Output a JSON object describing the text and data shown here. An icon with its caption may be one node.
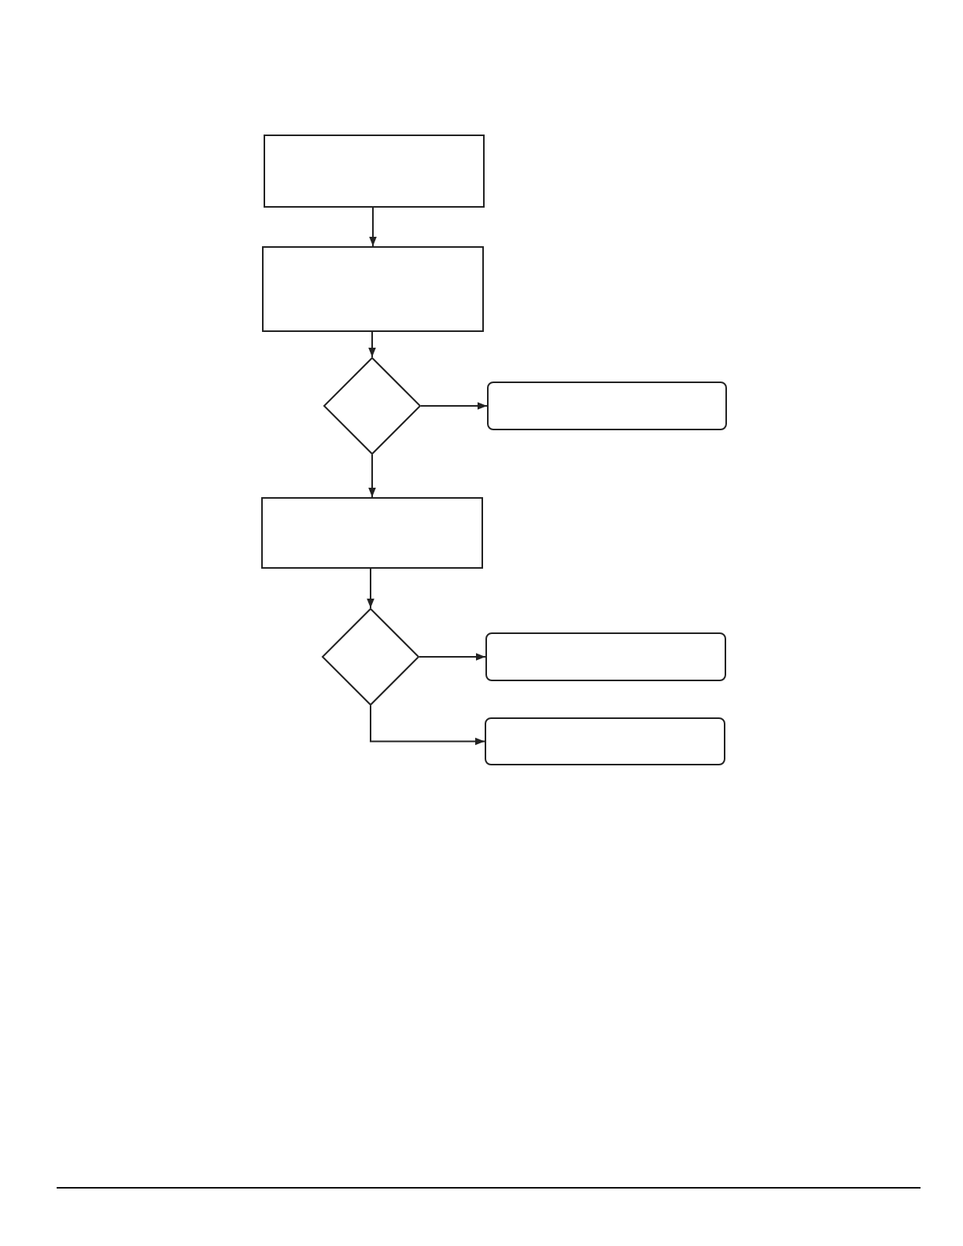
{
  "diagram": {
    "nodes": [
      {
        "text": [],
        "shape": "box"
      },
      {
        "text": [],
        "shape": "box"
      },
      {
        "text": [],
        "shape": "diamond"
      },
      {
        "text": [],
        "shape": "box"
      },
      {
        "text": [],
        "shape": "box"
      },
      {
        "text": [],
        "shape": "diamond"
      },
      {
        "text": [],
        "shape": "box"
      },
      {
        "text": [],
        "shape": "box"
      }
    ],
    "edges": [
      {
        "from": 0,
        "to": 1,
        "arrow": "to"
      },
      {
        "from": 1,
        "to": 2,
        "arrow": "to"
      },
      {
        "from": 2,
        "to": 3,
        "arrow": "to"
      },
      {
        "from": 2,
        "to": 4,
        "arrow": "to"
      },
      {
        "from": 4,
        "to": 5,
        "arrow": "to"
      },
      {
        "from": 5,
        "to": 6,
        "arrow": "to"
      },
      {
        "from": 5,
        "to": 7,
        "arrow": "to"
      }
    ]
  }
}
